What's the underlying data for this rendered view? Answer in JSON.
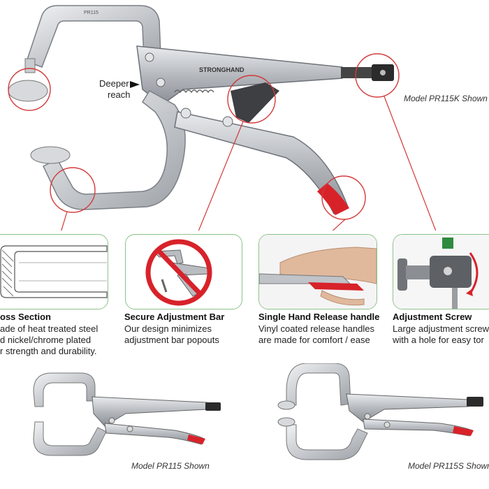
{
  "tool_label": "PR115",
  "brand_text": "STRONGHAND",
  "callout": {
    "line1": "Deeper",
    "line2": "reach"
  },
  "captions": {
    "pr115k": "Model PR115K Shown",
    "pr115": "Model PR115 Shown",
    "pr115s": "Model PR115S Shown"
  },
  "features": [
    {
      "title": "oss Section",
      "lines": [
        "ade of heat treated steel",
        "d nickel/chrome plated",
        "r strength and durability."
      ]
    },
    {
      "title": "Secure Adjustment Bar",
      "lines": [
        "Our design minimizes",
        "adjustment bar popouts"
      ]
    },
    {
      "title": "Single Hand Release handle",
      "lines": [
        "Vinyl coated release handles",
        "are made for comfort / ease"
      ]
    },
    {
      "title": "Adjustment Screw",
      "lines": [
        "Large adjustment screw",
        "with a hole for easy tor"
      ]
    }
  ],
  "colors": {
    "panel_border": "#8cc48a",
    "callout_ring": "#d33a3a",
    "handle_red": "#d8222a",
    "steel": "#b9bcc0"
  }
}
